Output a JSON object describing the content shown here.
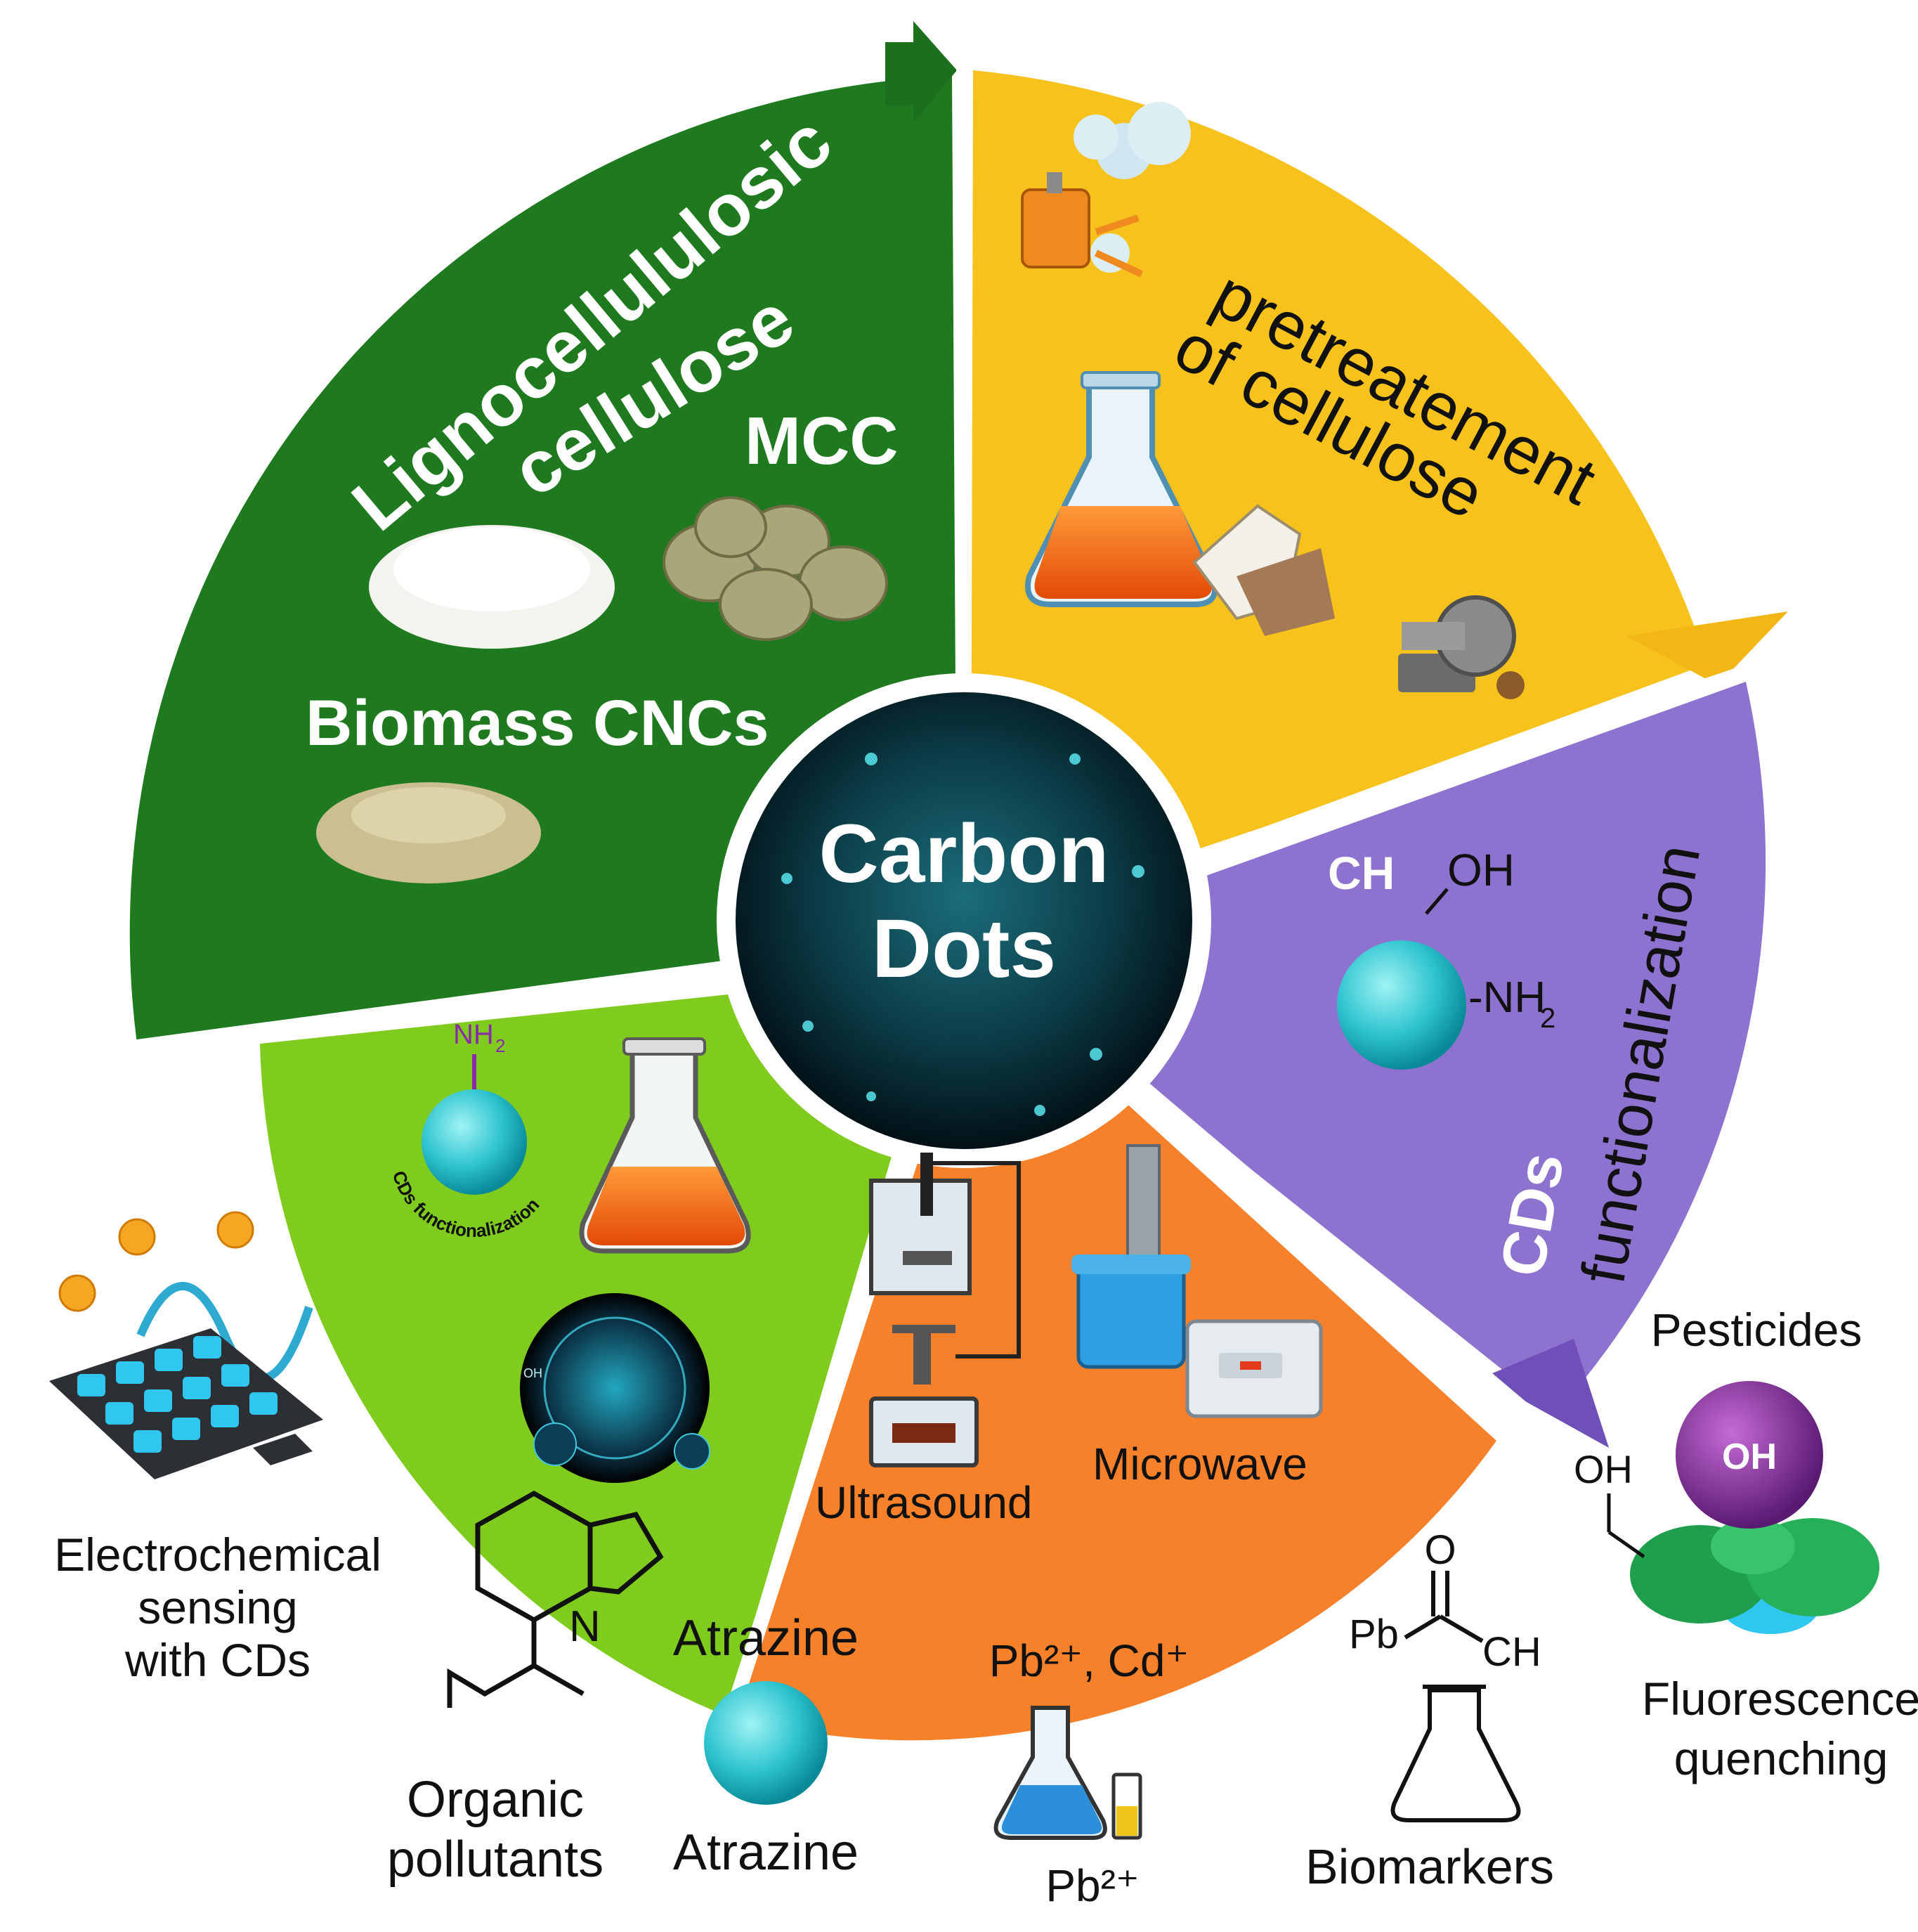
{
  "center": {
    "line1": "Carbon",
    "line2": "Dots"
  },
  "segments": {
    "green": {
      "title_line1": "Lignocellululosic",
      "title_line2": "cellulose",
      "mcc": "MCC",
      "biomass": "Biomass CNCs"
    },
    "yellow": {
      "title_line1": "pretreatement",
      "title_line2": "of cellulose"
    },
    "purple": {
      "title_line1": "CDs",
      "title_line2": "functionalization",
      "group_ch": "CH",
      "group_oh": "OH",
      "group_nh2": "-NH",
      "group_nh2_sub": "2"
    },
    "orange": {
      "ultrasound": "Ultrasound",
      "microwave": "Microwave"
    },
    "lightgreen": {
      "nh2_label": "NH",
      "nh2_sub": "2",
      "cds_func": "CDs functionalization",
      "oh_label": "OH"
    }
  },
  "applications": {
    "electrochemical": [
      "Electrochemical",
      "sensing",
      "with CDs"
    ],
    "organic": {
      "line1": "Organic",
      "line2": "pollutants",
      "n_label": "N"
    },
    "atrazine_top": "Atrazine",
    "atrazine_bottom": "Atrazine",
    "metals_top": "Pb²⁺, Cd⁺",
    "metals_bottom": "Pb²⁺",
    "biomarkers": {
      "label": "Biomarkers",
      "o": "O",
      "pb": "Pb",
      "ch": "CH"
    },
    "pesticides": {
      "label": "Pesticides",
      "oh_ball": "OH",
      "oh_side": "OH"
    },
    "fluorescence": [
      "Fluorescence",
      "quenching"
    ]
  },
  "colors": {
    "green": "#1f7a1f",
    "yellow": "#f7c21b",
    "purple": "#8d72cf",
    "orange": "#f6812a",
    "lightgreen": "#7fcc1f",
    "core": "#0b2a33",
    "cyan_ball": "#3fd0d8"
  }
}
